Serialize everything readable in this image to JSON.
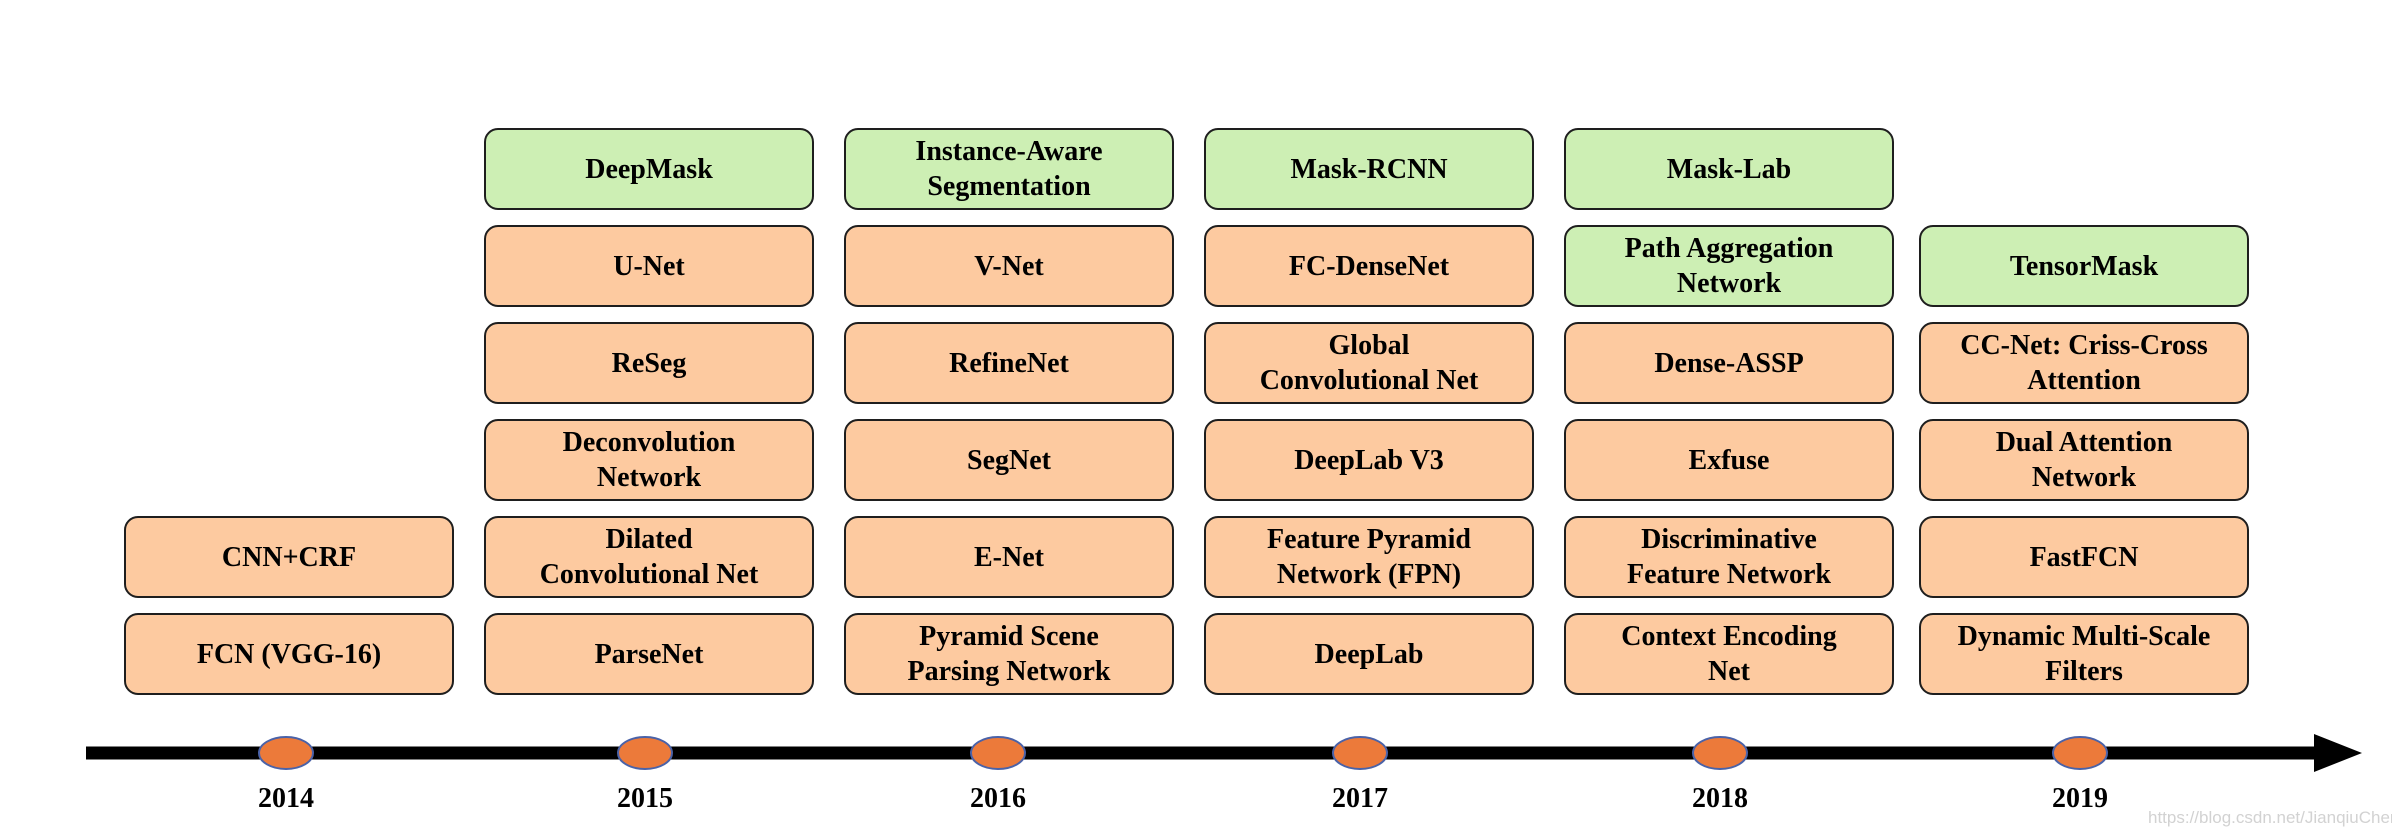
{
  "colors": {
    "orange": "#fdcaa0",
    "green": "#cdefb4",
    "axis": "#000000",
    "marker": "#ec7a3a",
    "marker_border": "#4a62a8"
  },
  "columns": [
    {
      "year": "2014",
      "boxes": [
        {
          "label": "FCN (VGG-16)",
          "color": "orange"
        },
        {
          "label": "CNN+CRF",
          "color": "orange"
        }
      ]
    },
    {
      "year": "2015",
      "boxes": [
        {
          "label": "ParseNet",
          "color": "orange"
        },
        {
          "label": "Dilated\nConvolutional Net",
          "color": "orange"
        },
        {
          "label": "Deconvolution\nNetwork",
          "color": "orange"
        },
        {
          "label": "ReSeg",
          "color": "orange"
        },
        {
          "label": "U-Net",
          "color": "orange"
        },
        {
          "label": "DeepMask",
          "color": "green"
        }
      ]
    },
    {
      "year": "2016",
      "boxes": [
        {
          "label": "Pyramid Scene\nParsing Network",
          "color": "orange"
        },
        {
          "label": "E-Net",
          "color": "orange"
        },
        {
          "label": "SegNet",
          "color": "orange"
        },
        {
          "label": "RefineNet",
          "color": "orange"
        },
        {
          "label": "V-Net",
          "color": "orange"
        },
        {
          "label": "Instance-Aware\nSegmentation",
          "color": "green"
        }
      ]
    },
    {
      "year": "2017",
      "boxes": [
        {
          "label": "DeepLab",
          "color": "orange"
        },
        {
          "label": "Feature Pyramid\nNetwork (FPN)",
          "color": "orange"
        },
        {
          "label": "DeepLab V3",
          "color": "orange"
        },
        {
          "label": "Global\nConvolutional Net",
          "color": "orange"
        },
        {
          "label": "FC-DenseNet",
          "color": "orange"
        },
        {
          "label": "Mask-RCNN",
          "color": "green"
        }
      ]
    },
    {
      "year": "2018",
      "boxes": [
        {
          "label": "Context Encoding\nNet",
          "color": "orange"
        },
        {
          "label": "Discriminative\nFeature Network",
          "color": "orange"
        },
        {
          "label": "Exfuse",
          "color": "orange"
        },
        {
          "label": "Dense-ASSP",
          "color": "orange"
        },
        {
          "label": "Path Aggregation\nNetwork",
          "color": "green"
        },
        {
          "label": "Mask-Lab",
          "color": "green"
        }
      ]
    },
    {
      "year": "2019",
      "boxes": [
        {
          "label": "Dynamic Multi-Scale\nFilters",
          "color": "orange"
        },
        {
          "label": "FastFCN",
          "color": "orange"
        },
        {
          "label": "Dual Attention\nNetwork",
          "color": "orange"
        },
        {
          "label": "CC-Net: Criss-Cross\nAttention",
          "color": "orange"
        },
        {
          "label": "TensorMask",
          "color": "green"
        }
      ]
    }
  ],
  "watermark": "https://blog.csdn.net/JianqiuChen"
}
